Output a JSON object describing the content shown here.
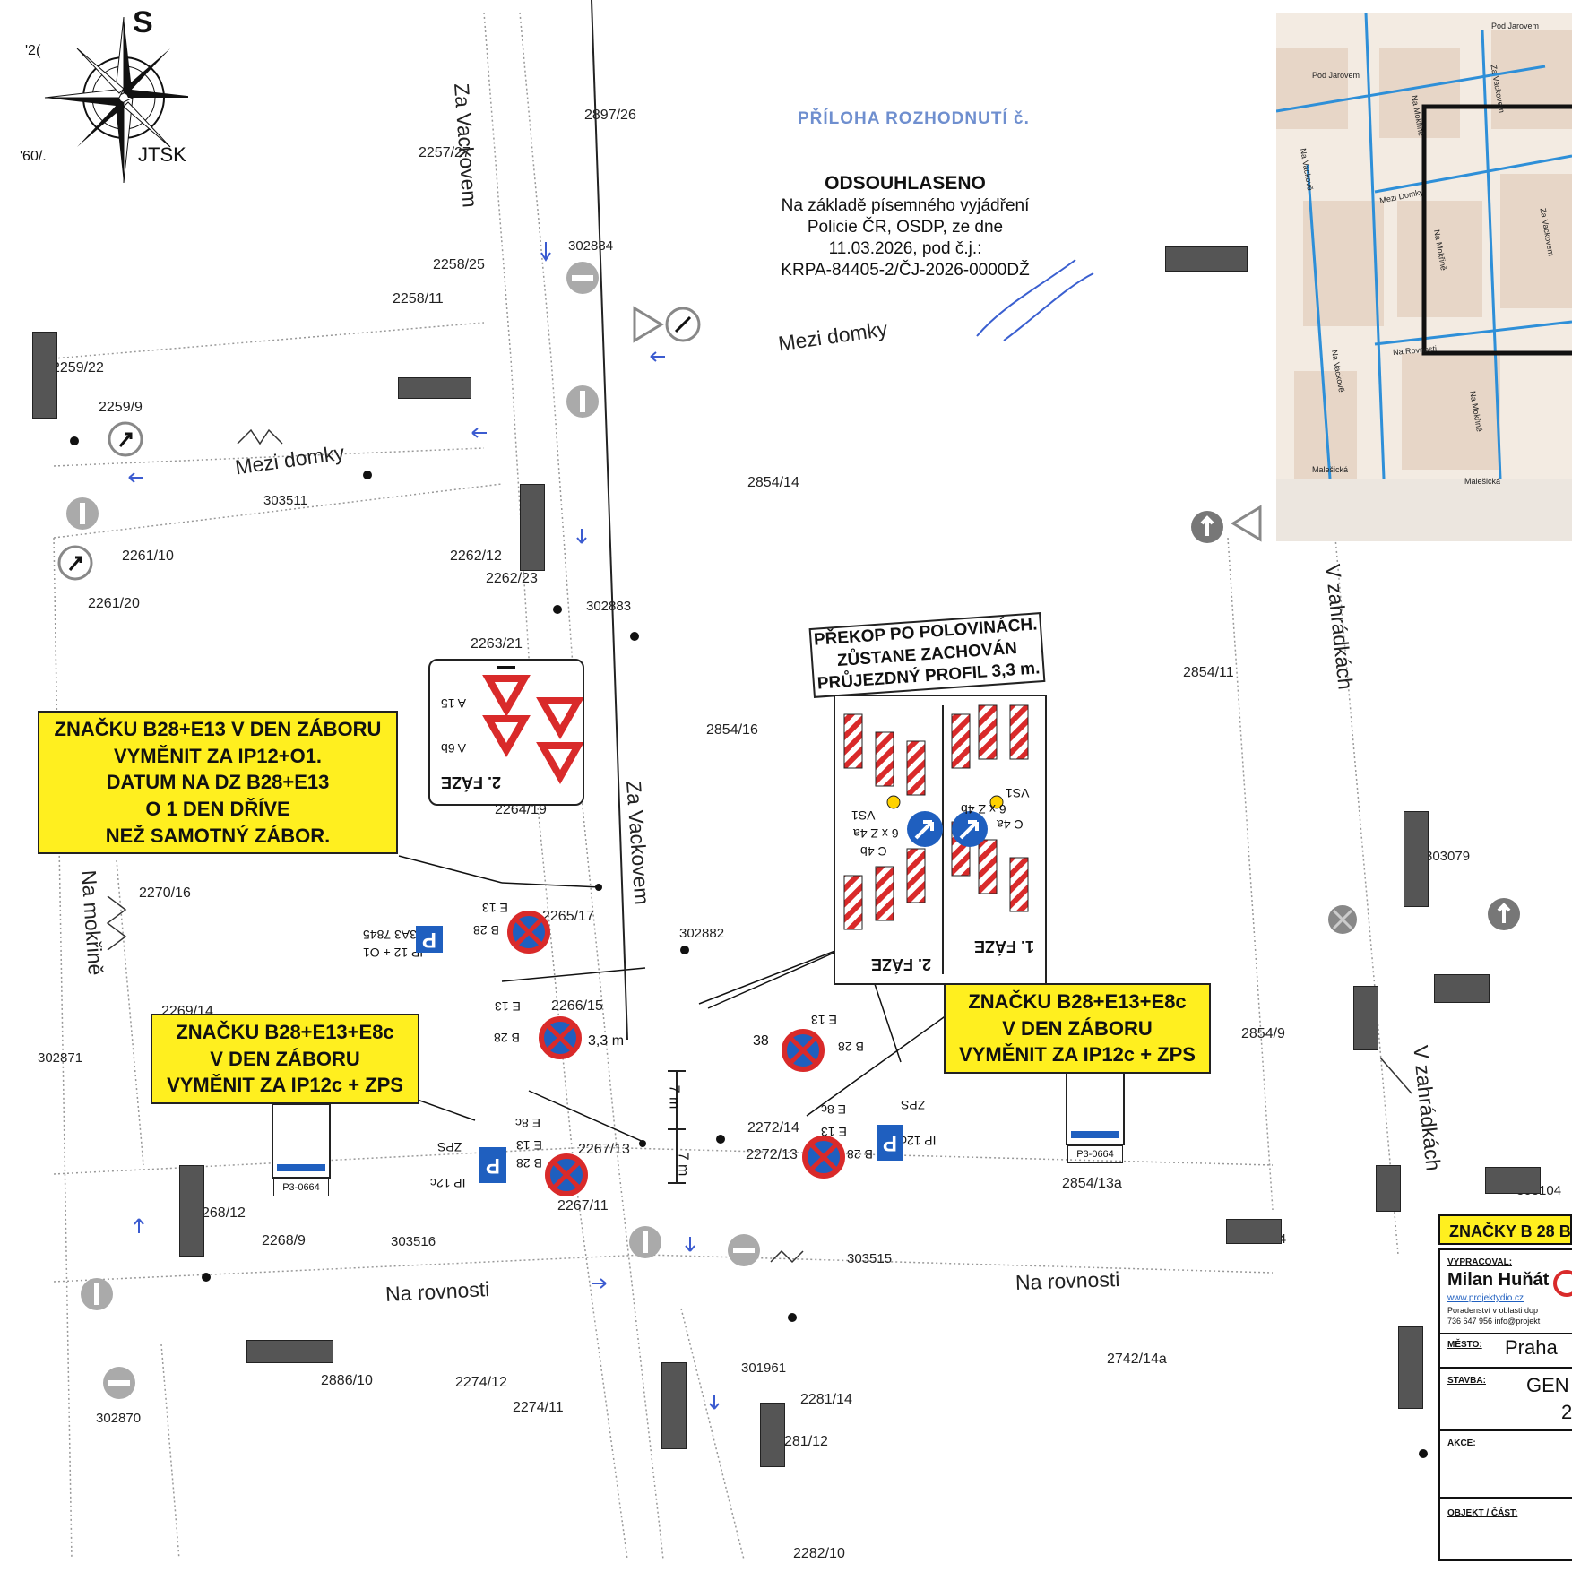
{
  "compass": {
    "label_top": "S",
    "label_system": "JTSK",
    "edge_label_1": "'2(",
    "edge_label_2": "'60/."
  },
  "stamp": {
    "text": "PŘÍLOHA ROZHODNUTÍ č."
  },
  "approval": {
    "title": "ODSOUHLASENO",
    "line1": "Na základě písemného vyjádření",
    "line2": "Policie ČR, OSDP, ze dne",
    "line3": "11.03.2026, pod č.j.:",
    "line4": "KRPA-84405-2/ČJ-2026-0000DŽ"
  },
  "streets": {
    "za_vackovem_top": "Za Vackovem",
    "za_vackovem_mid": "Za Vackovem",
    "mezi_domky_left": "Mezi domky",
    "mezi_domky_right": "Mezi domky",
    "v_zahradkach_top": "V zahrádkách",
    "v_zahradkach_bottom": "V zahrádkách",
    "na_mokrine": "Na mokřině",
    "na_rovnosti_left": "Na rovnosti",
    "na_rovnosti_right": "Na rovnosti"
  },
  "parcels": [
    "2897/26",
    "2257/27",
    "2258/25",
    "2258/11",
    "2259/22",
    "2259/9",
    "2854/14",
    "2261/10",
    "2262/12",
    "2262/23",
    "2261/20",
    "2263/21",
    "2854/16",
    "2854/11",
    "2264/19",
    "2270/16",
    "2265/17",
    "2266/15",
    "2269/14",
    "2854/9",
    "2272/14",
    "2272/13",
    "2267/13",
    "2267/11",
    "2854/13a",
    "268/12",
    "2268/9",
    "2886/10",
    "2274/12",
    "2274/11",
    "2742/14a",
    "2281/14",
    "281/12",
    "2282/10"
  ],
  "points": [
    "302884",
    "303511",
    "302883",
    "302882",
    "302871",
    "303079",
    "303104",
    "303514",
    "303516",
    "303515",
    "302870",
    "301961"
  ],
  "notes": {
    "left_top": [
      "ZNAČKU B28+E13 V DEN ZÁBORU",
      "VYMĚNIT ZA IP12+O1.",
      "DATUM NA DZ B28+E13",
      "O 1 DEN DŘÍVE",
      "NEŽ SAMOTNÝ ZÁBOR."
    ],
    "left_bottom": [
      "ZNAČKU B28+E13+E8c",
      "V DEN ZÁBORU",
      "VYMĚNIT ZA IP12c + ZPS"
    ],
    "right": [
      "ZNAČKU B28+E13+E8c",
      "V DEN ZÁBORU",
      "VYMĚNIT ZA IP12c + ZPS"
    ],
    "excavation": [
      "PŘEKOP PO POLOVINÁCH.",
      "ZŮSTANE ZACHOVÁN",
      "PRŮJEZDNÝ PROFIL 3,3 m."
    ]
  },
  "phases": {
    "phase1": "1. FÁZE",
    "phase2": "2. FÁZE",
    "phase2_small": "2. FÁZE"
  },
  "sign_codes": {
    "a15": "A 15",
    "a6b": "A 6b",
    "c4a": "C 4a",
    "c4b": "C 4b",
    "z4a": "6 x Z 4a",
    "z4b": "6 x Z 4b",
    "vs1": "VS1",
    "b28": "B 28",
    "e13": "E 13",
    "e8c": "E 8c",
    "ip12": "IP 12 + O1",
    "ip12c": "IP 12c",
    "zps": "ZPS",
    "plate": "3A3 7845",
    "p3": "P3-0664",
    "dim_33": "3,3 m",
    "dim_7m": "7 m",
    "num38": "38"
  },
  "overview_streets": [
    "Pod Jarovem",
    "Pod Jarovem",
    "Na Mokřině",
    "Za Vackovem",
    "Mezi Domky",
    "Na Vackově",
    "Na Mokřině",
    "Za Vackovem",
    "Na Rovnosti",
    "Na Vackově",
    "Na Mokřině",
    "Malešická",
    "Malešická"
  ],
  "title_block": {
    "header": "ZNAČKY B 28 B",
    "prepared_label": "VYPRACOVAL:",
    "prepared_name": "Milan Huňát",
    "web": "www.projektydio.cz",
    "desc": "Poradenství v oblasti dop",
    "contact": "736 647 956  info@projekt",
    "city_label": "MĚSTO:",
    "city": "Praha",
    "build_label": "STAVBA:",
    "build": "GEN",
    "build2": "2",
    "action_label": "AKCE:",
    "object_label": "OBJEKT / ČÁST:"
  },
  "colors": {
    "note_yellow": "#ffef1f",
    "sign_red": "#d92a2a",
    "sign_blue": "#1f5fbf",
    "stamp_blue": "#6f8fcf"
  }
}
